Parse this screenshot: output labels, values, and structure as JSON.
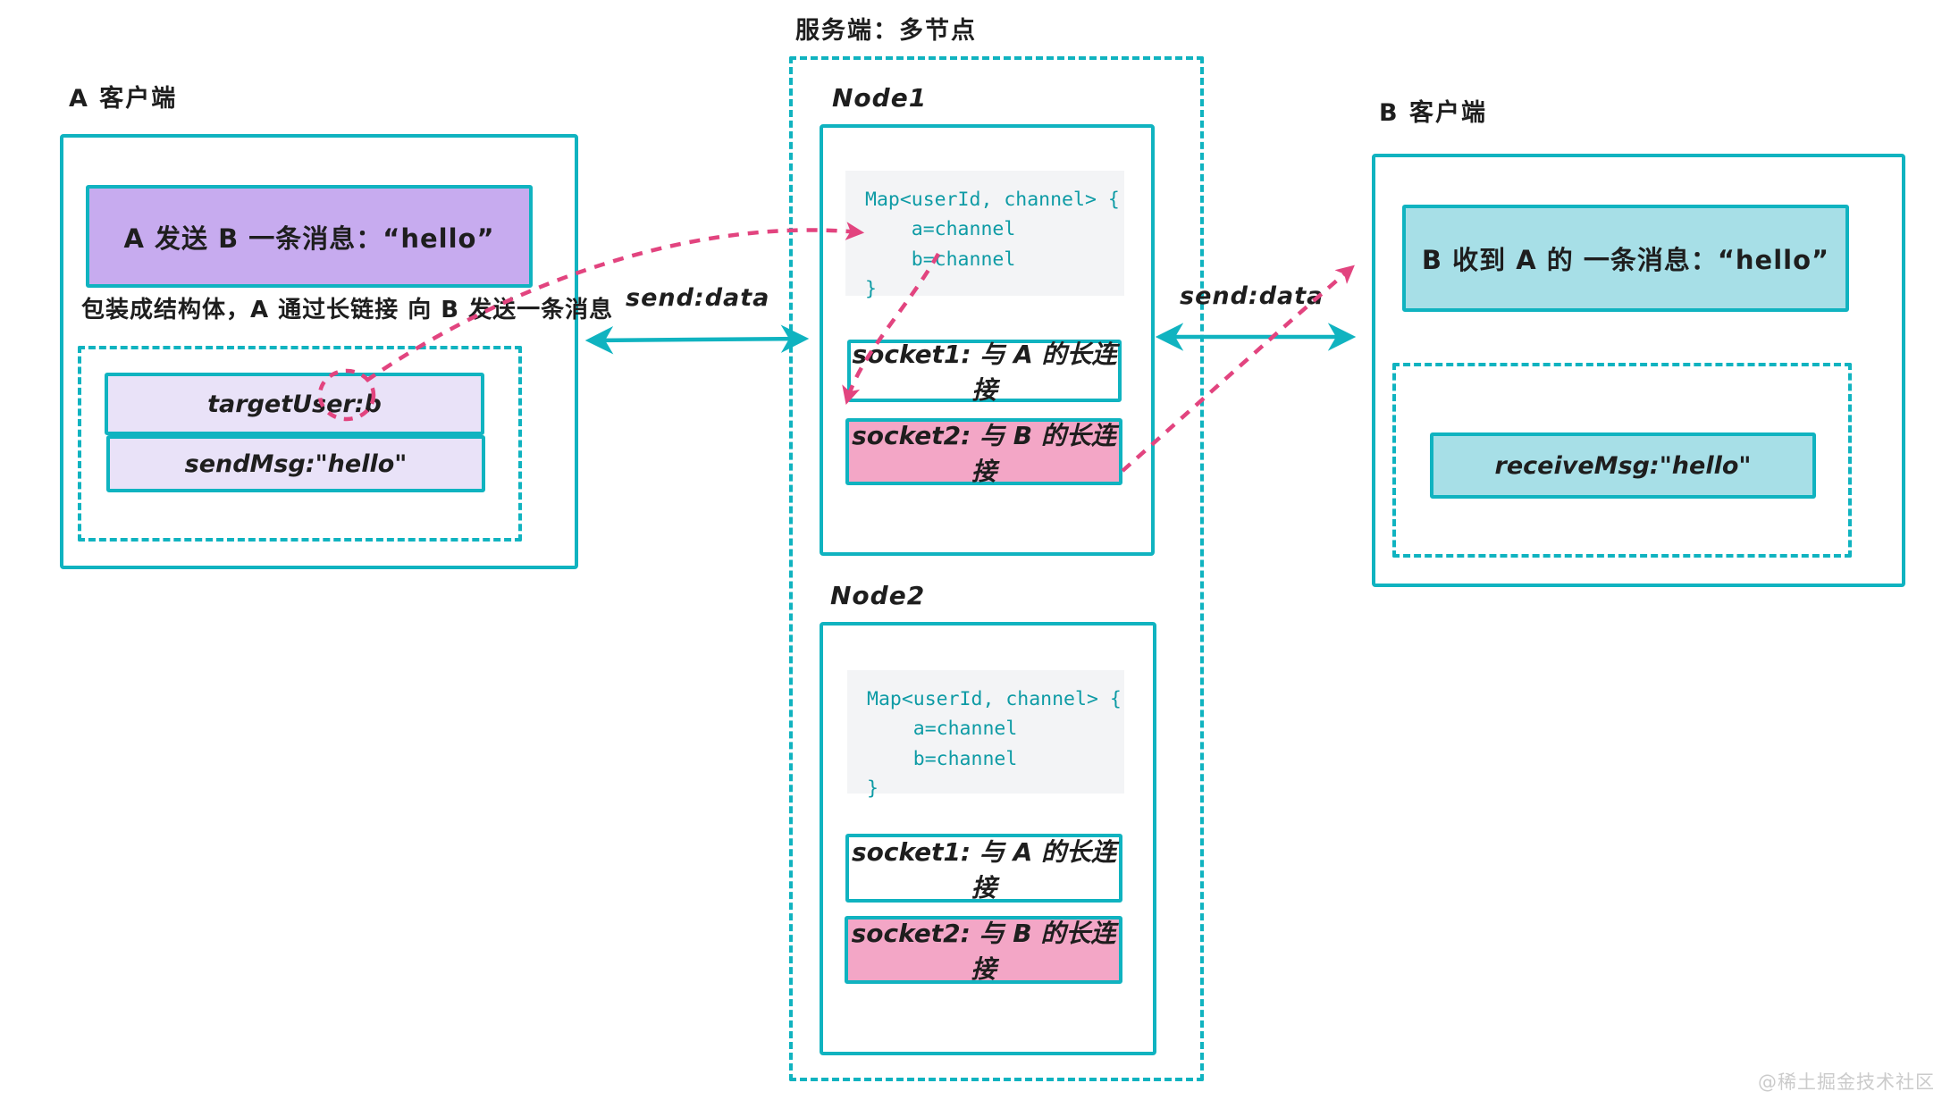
{
  "client_a": {
    "title": "A 客户端",
    "message": "A 发送 B 一条消息：“hello”",
    "caption": "包装成结构体，A 通过长链接 向 B 发送一条消息",
    "fields": [
      {
        "label": "targetUser:b"
      },
      {
        "label": "sendMsg:\"hello\""
      }
    ]
  },
  "server": {
    "title": "服务端：多节点",
    "nodes": [
      {
        "name": "Node1",
        "code": "Map<userId, channel> {\n    a=channel\n    b=channel\n}",
        "sockets": [
          {
            "label": "socket1: 与 A 的长连接",
            "highlight": false
          },
          {
            "label": "socket2: 与 B 的长连接",
            "highlight": true
          }
        ]
      },
      {
        "name": "Node2",
        "code": "Map<userId, channel> {\n    a=channel\n    b=channel\n}",
        "sockets": [
          {
            "label": "socket1: 与 A 的长连接",
            "highlight": false
          },
          {
            "label": "socket2: 与 B 的长连接",
            "highlight": true
          }
        ]
      }
    ]
  },
  "client_b": {
    "title": "B 客户端",
    "message": "B 收到 A 的 一条消息：“hello”",
    "field": "receiveMsg:\"hello\""
  },
  "arrows": {
    "left_label": "send:data",
    "right_label": "send:data"
  },
  "colors": {
    "teal_stroke": "#10b3c0",
    "pink_stroke": "#e2447f",
    "purple_fill": "#c7abef",
    "lavender_fill": "#e9e2f8",
    "pink_fill": "#f3a6c6",
    "cyan_fill": "#a7dfe7",
    "code_text": "#0e9ba5",
    "code_bg": "#f3f4f6"
  },
  "watermark": "@稀土掘金技术社区"
}
